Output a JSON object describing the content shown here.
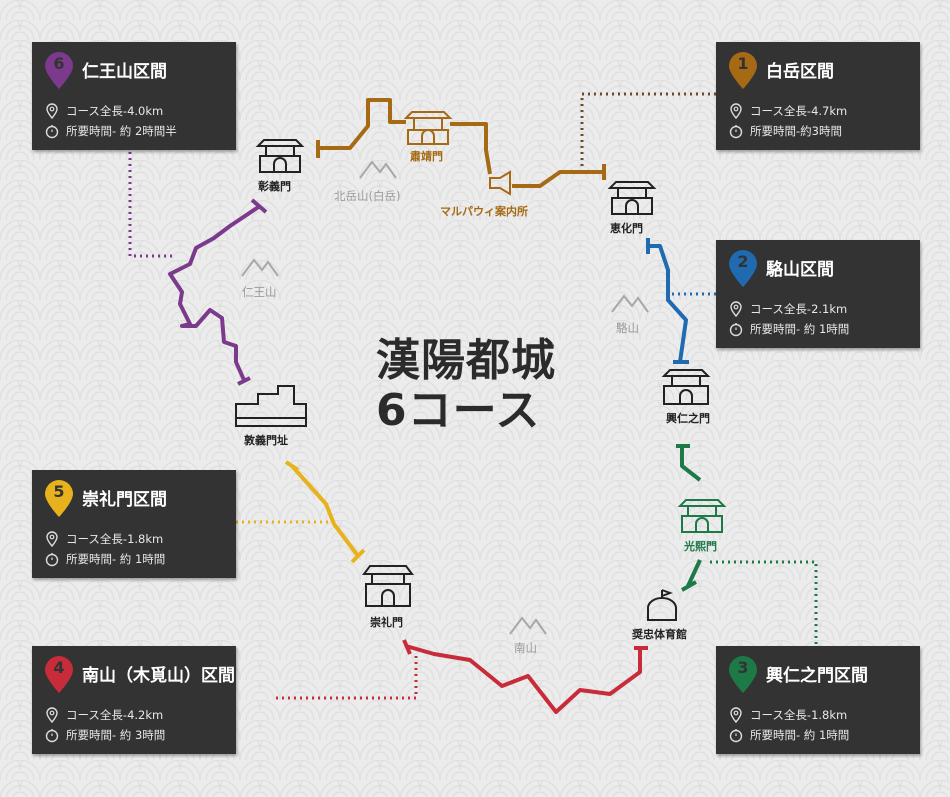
{
  "title": {
    "line1": "漢陽都城",
    "line2": "6コース"
  },
  "colors": {
    "course1": "#a66a15",
    "course2": "#1f6ab0",
    "course3": "#1d7a47",
    "course4": "#c82b3a",
    "course5": "#e8b21c",
    "course6": "#7b3a8c",
    "card_bg": "#333333",
    "mountain": "#a8a8a8"
  },
  "courses": [
    {
      "num": "1",
      "name": "白岳区間",
      "length": "コース全長-4.7km",
      "time": "所要時間-約3時間",
      "color": "#a66a15"
    },
    {
      "num": "2",
      "name": "駱山区間",
      "length": "コース全長-2.1km",
      "time": "所要時間- 約 1時間",
      "color": "#1f6ab0"
    },
    {
      "num": "3",
      "name": "興仁之門区間",
      "length": "コース全長-1.8km",
      "time": "所要時間- 約 1時間",
      "color": "#1d7a47"
    },
    {
      "num": "4",
      "name": "南山（木覓山）区間",
      "length": "コース全長-4.2km",
      "time": "所要時間- 約 3時間",
      "color": "#c82b3a"
    },
    {
      "num": "5",
      "name": "崇礼門区間",
      "length": "コース全長-1.8km",
      "time": "所要時間- 約 1時間",
      "color": "#e8b21c"
    },
    {
      "num": "6",
      "name": "仁王山区間",
      "length": "コース全長-4.0km",
      "time": "所要時間- 約 2時間半",
      "color": "#7b3a8c"
    }
  ],
  "landmarks": {
    "sukjeongmun": "肅靖門",
    "malbawi": "マルパウィ案内所",
    "hyehwamun": "恵化門",
    "heunginjimun": "興仁之門",
    "gwanghuimun": "光熙門",
    "jangchung": "奨忠体育館",
    "sungnyemun": "崇礼門",
    "donuimun": "敦義門址",
    "changuimun": "彰義門"
  },
  "mountains": {
    "bugaksan": "北岳山(白岳)",
    "naksan": "駱山",
    "namsan": "南山",
    "inwangsan": "仁王山"
  }
}
